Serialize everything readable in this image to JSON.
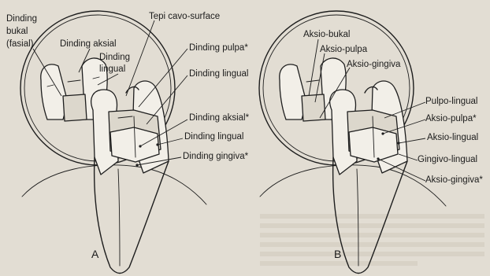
{
  "figure": {
    "panel_a": {
      "letter": "A",
      "labels": {
        "buccal_wall_1": "Dinding",
        "buccal_wall_2": "bukal",
        "buccal_wall_3": "(fasial)",
        "axial_wall_small": "Dinding aksial",
        "lingual_wall_small_1": "Dinding",
        "lingual_wall_small_2": "lingual",
        "cavosurface": "Tepi cavo-surface",
        "pulpal_wall": "Dinding pulpa*",
        "lingual_wall_upper": "Dinding lingual",
        "axial_wall": "Dinding aksial*",
        "lingual_wall_lower": "Dinding lingual",
        "gingival_wall": "Dinding gingiva*"
      }
    },
    "panel_b": {
      "letter": "B",
      "labels": {
        "axiobuccal": "Aksio-bukal",
        "axiopulpal_top": "Aksio-pulpa",
        "axiogingival_top": "Aksio-gingiva",
        "pulpolingual": "Pulpo-lingual",
        "axiopulpal": "Aksio-pulpa*",
        "axiolingual": "Aksio-lingual",
        "gingivolingual": "Gingivo-lingual",
        "axiogingival": "Aksio-gingiva*"
      }
    }
  }
}
